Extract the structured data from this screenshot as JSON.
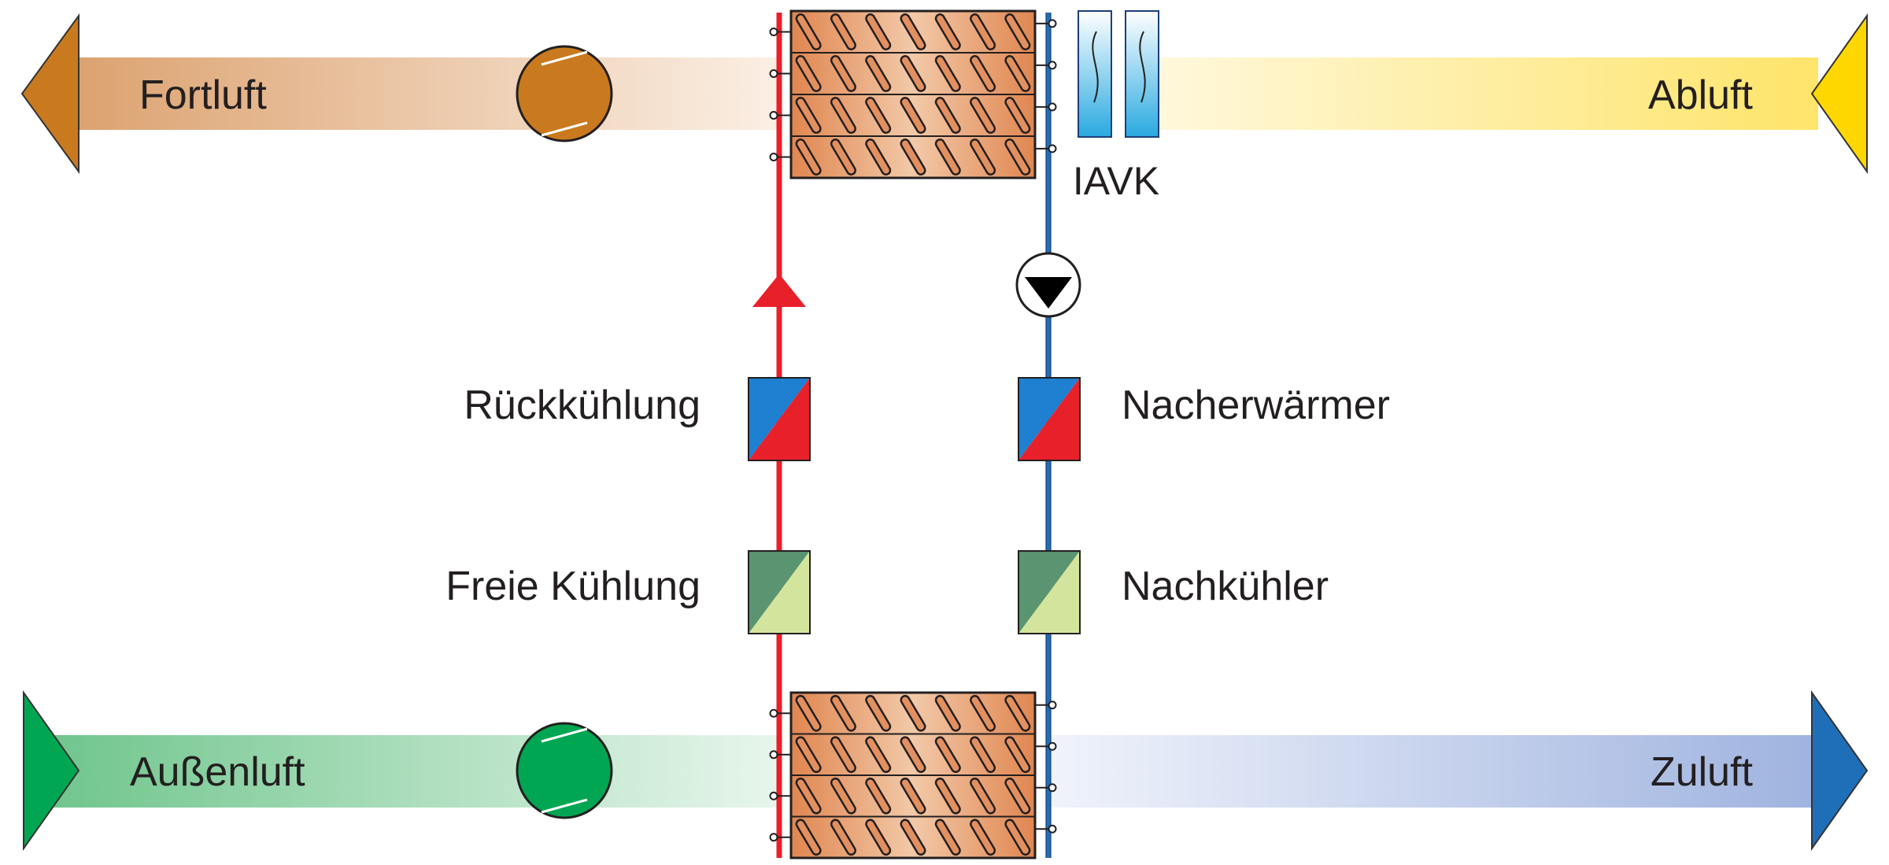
{
  "labels": {
    "exhaust_out": "Fortluft",
    "exhaust_in": "Abluft",
    "outside_air": "Außenluft",
    "supply_air": "Zuluft",
    "humidifier": "IAVK",
    "recooling": "Rückkühlung",
    "free_cooling": "Freie Kühlung",
    "reheater": "Nacherwärmer",
    "aftercooler": "Nachkühler"
  },
  "icons": {
    "exhaust_fan": "fan-icon",
    "supply_fan": "fan-icon",
    "pump": "pump-icon",
    "flow_direction": "arrow-up-icon"
  },
  "colors": {
    "exhaust_out": "#c97a1e",
    "exhaust_in": "#ffd700",
    "outside_air": "#00a651",
    "supply_air": "#1f6fb8",
    "hot_pipe": "#e8202a",
    "cold_pipe": "#1e6fb5",
    "coil": "#e39060",
    "heater_top": "#1f7fd0",
    "heater_bottom": "#e8202a",
    "cooler_top": "#5a9470",
    "cooler_bottom": "#d3e59c",
    "humidifier": "#29a9e0"
  }
}
